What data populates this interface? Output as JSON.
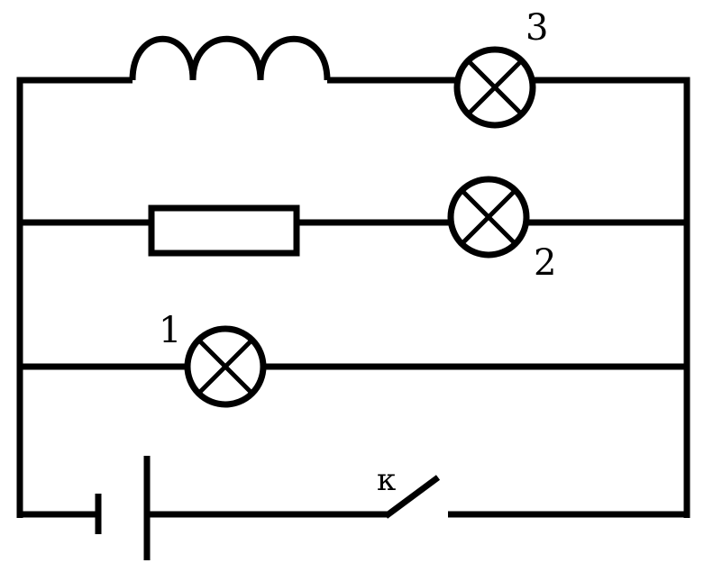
{
  "labels": {
    "lamp_1": "1",
    "lamp_2": "2",
    "lamp_3": "3",
    "switch": "к"
  },
  "colors": {
    "stroke": "#000000",
    "background": "#ffffff"
  }
}
